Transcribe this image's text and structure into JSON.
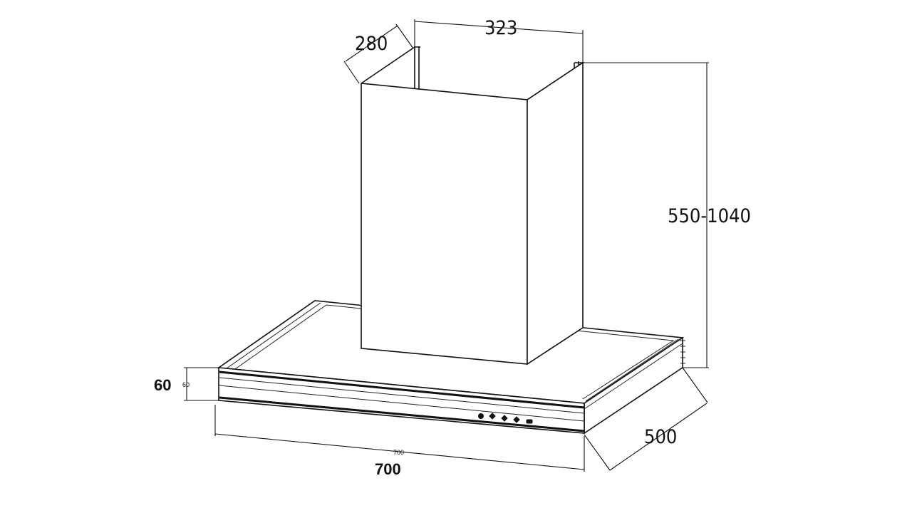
{
  "dimensions": {
    "chimney_depth": "280",
    "chimney_width": "323",
    "chimney_height_range": "550-1040",
    "hood_depth": "500",
    "hood_height_label": "60",
    "hood_height_small": "60",
    "hood_width_label": "700",
    "hood_width_small": "700"
  },
  "control_panel": {
    "button_count": 5
  },
  "icons": [
    "power-button-icon",
    "fan-button-icon",
    "light-button-icon"
  ]
}
